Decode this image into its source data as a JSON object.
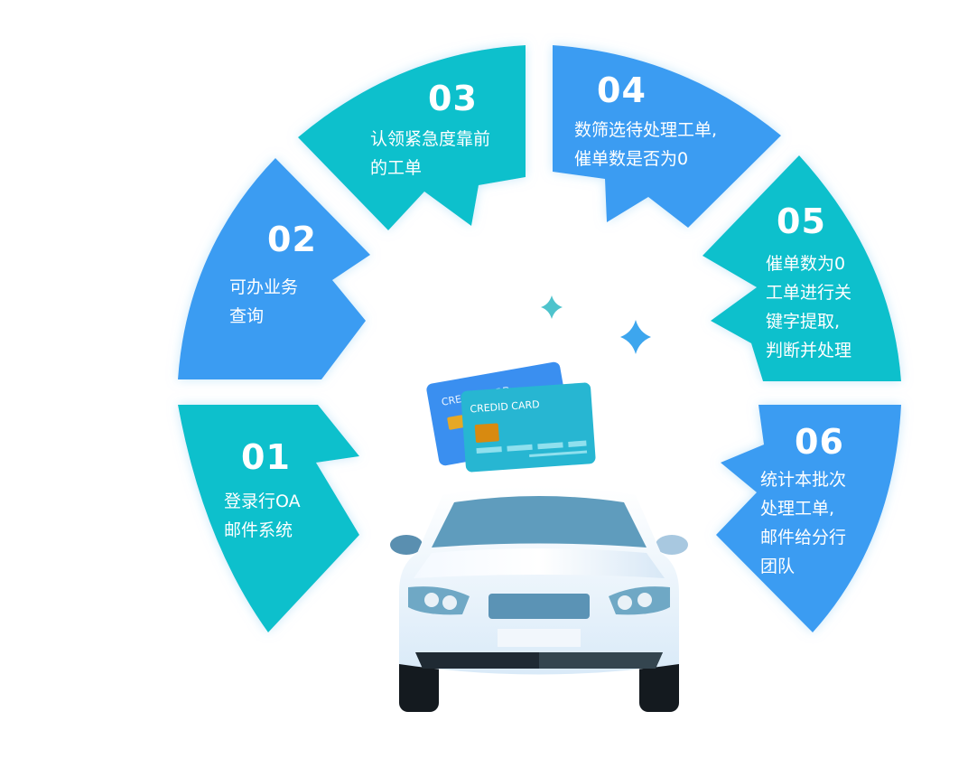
{
  "colors": {
    "teal": "#0bc0cc",
    "blue": "#3a9cf2"
  },
  "card_back": {
    "label": "CREDID CARD"
  },
  "card_front": {
    "label": "CREDID CARD"
  },
  "steps": [
    {
      "number": "01",
      "lines": [
        "登录行OA",
        "邮件系统"
      ]
    },
    {
      "number": "02",
      "lines": [
        "可办业务",
        "查询"
      ]
    },
    {
      "number": "03",
      "lines": [
        "认领紧急度靠前",
        "的工单"
      ]
    },
    {
      "number": "04",
      "lines": [
        "数筛选待处理工单,",
        "催单数是否为0"
      ]
    },
    {
      "number": "05",
      "lines": [
        "催单数为0",
        "工单进行关",
        "键字提取,",
        "判断并处理"
      ]
    },
    {
      "number": "06",
      "lines": [
        "统计本批次",
        "处理工单,",
        "邮件给分行",
        "团队"
      ]
    }
  ]
}
